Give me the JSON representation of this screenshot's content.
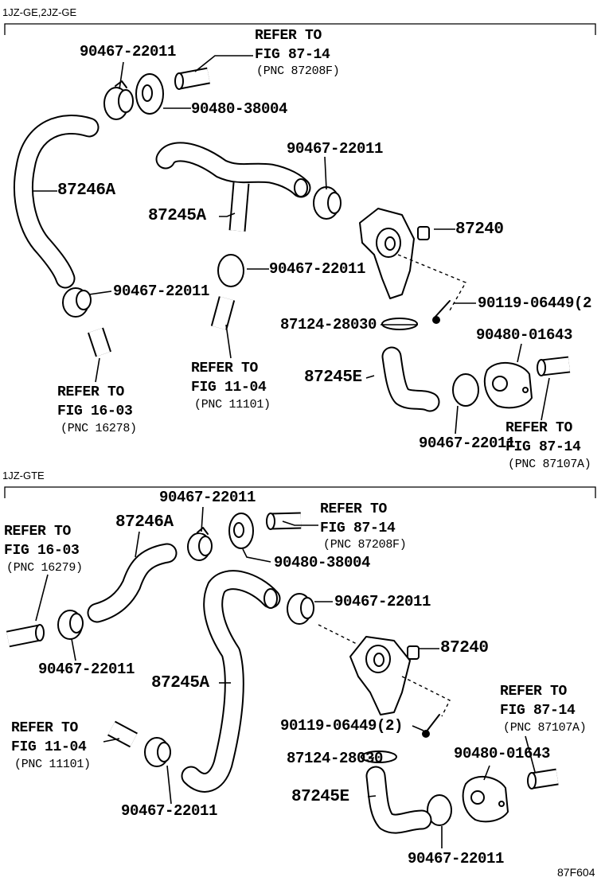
{
  "sections": [
    {
      "engine": "1JZ-GE,2JZ-GE",
      "labels": {
        "clamp_top": "90467-22011",
        "refer_a_1": "REFER TO",
        "refer_a_2": "FIG 87-14",
        "refer_a_3": "(PNC 87208F)",
        "gasket": "90480-38004",
        "clamp_mid": "90467-22011",
        "hose_left": "87246A",
        "hose_upper": "87245A",
        "valve": "87240",
        "clamp_c": "90467-22011",
        "clamp_d": "90467-22011",
        "screw": "90119-06449(2",
        "clip": "87124-28030",
        "gasket_2": "90480-01643",
        "refer_b_1": "REFER TO",
        "refer_b_2": "FIG 11-04",
        "refer_b_3": "(PNC 11101)",
        "hose_e": "87245E",
        "refer_c_1": "REFER TO",
        "refer_c_2": "FIG 16-03",
        "refer_c_3": "(PNC 16278)",
        "clamp_e": "90467-22011",
        "refer_d_1": "REFER TO",
        "refer_d_2": "FIG 87-14",
        "refer_d_3": "(PNC 87107A)"
      }
    },
    {
      "engine": "1JZ-GTE",
      "labels": {
        "clamp_top": "90467-22011",
        "refer_a_1": "REFER TO",
        "refer_a_2": "FIG 87-14",
        "refer_a_3": "(PNC 87208F)",
        "hose_left": "87246A",
        "refer_c_1": "REFER TO",
        "refer_c_2": "FIG 16-03",
        "refer_c_3": "(PNC 16279)",
        "gasket": "90480-38004",
        "clamp_mid": "90467-22011",
        "valve": "87240",
        "clamp_left": "90467-22011",
        "hose_upper": "87245A",
        "refer_d_1": "REFER TO",
        "refer_d_2": "FIG 87-14",
        "refer_d_3": "(PNC 87107A)",
        "refer_b_1": "REFER TO",
        "refer_b_2": "FIG 11-04",
        "refer_b_3": "(PNC 11101)",
        "screw": "90119-06449(2)",
        "clip": "87124-28030",
        "gasket_2": "90480-01643",
        "hose_e": "87245E",
        "clamp_bottom_left": "90467-22011",
        "clamp_bottom_right": "90467-22011"
      }
    }
  ],
  "figure_code": "87F604"
}
